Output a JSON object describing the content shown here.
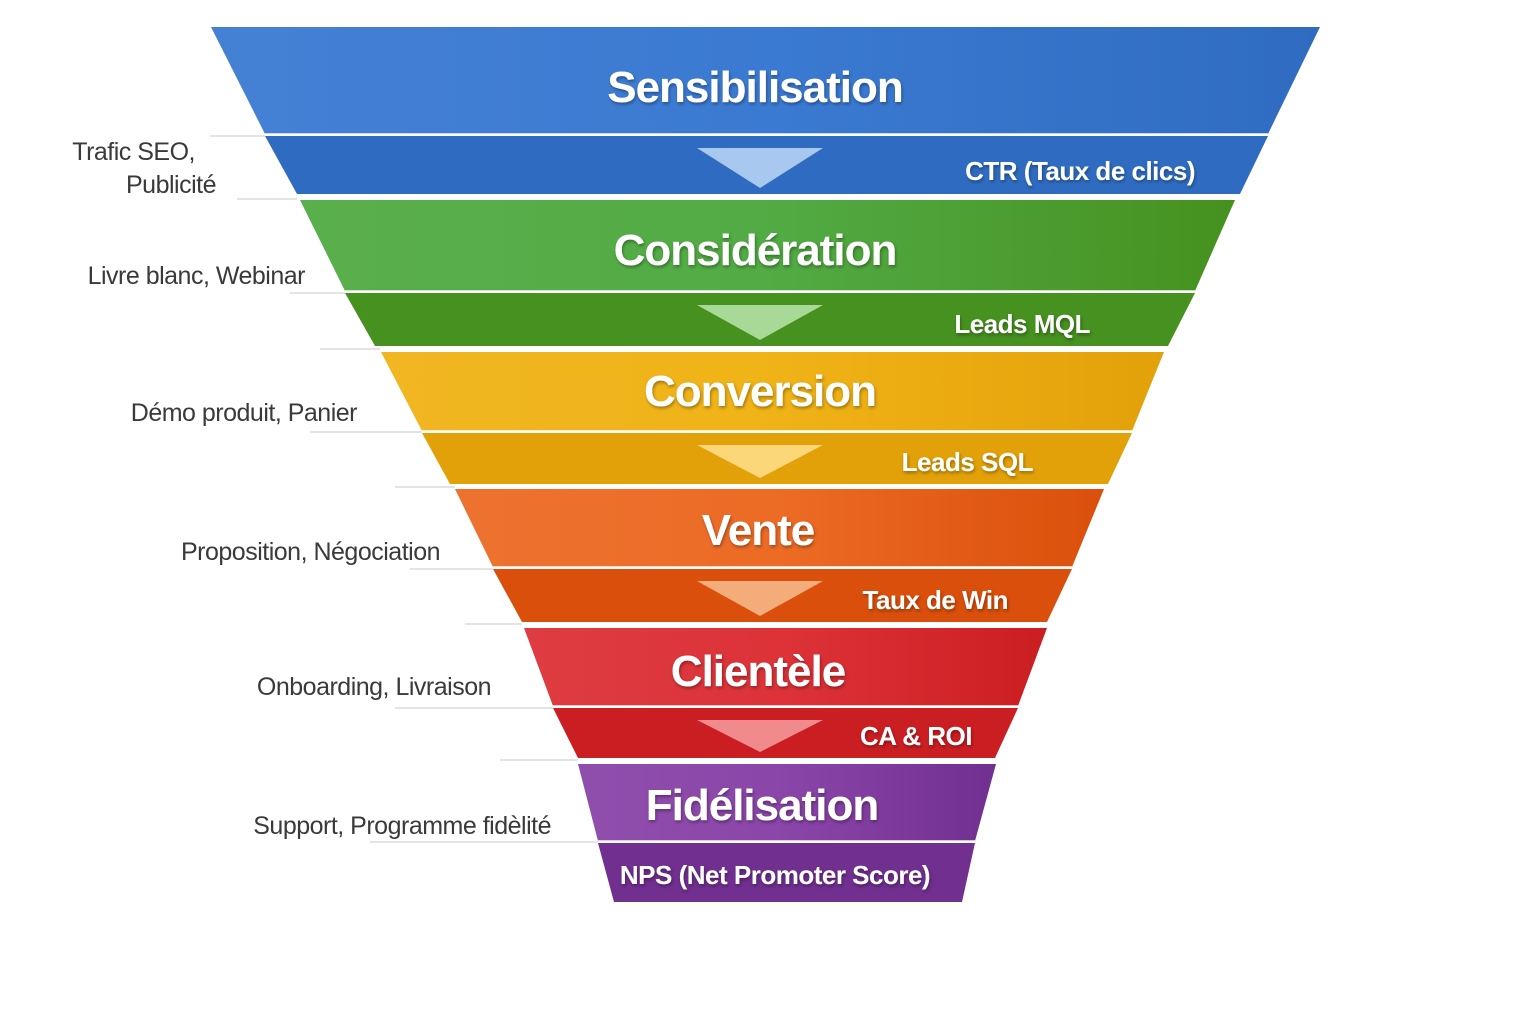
{
  "funnel": {
    "stages": [
      {
        "title": "Sensibilisation",
        "metric": "CTR (Taux de clics)",
        "channels": [
          "Trafic SEO,",
          "Publicité"
        ],
        "color_top": "#3b7ad2",
        "color_bottom": "#2f6cc1",
        "arrow_color": "#a9c8ef"
      },
      {
        "title": "Considération",
        "metric": "Leads MQL",
        "channels": [
          "Livre blanc, Webinar"
        ],
        "color_top": "#52ab44",
        "color_bottom": "#46911f",
        "arrow_color": "#a8d996"
      },
      {
        "title": "Conversion",
        "metric": "Leads SQL",
        "channels": [
          "Démo produit, Panier"
        ],
        "color_top": "#f0b317",
        "color_bottom": "#e3a109",
        "arrow_color": "#fbd77a"
      },
      {
        "title": "Vente",
        "metric": "Taux de Win",
        "channels": [
          "Proposition, Négociation"
        ],
        "color_top": "#ec6b25",
        "color_bottom": "#da4f0b",
        "arrow_color": "#f4ad7a"
      },
      {
        "title": "Clientèle",
        "metric": "CA & ROI",
        "channels": [
          "Onboarding, Livraison"
        ],
        "color_top": "#dc3238",
        "color_bottom": "#cb1e22",
        "arrow_color": "#f08a8c"
      },
      {
        "title": "Fidélisation",
        "metric": "NPS (Net Promoter Score)",
        "channels": [
          "Support, Programme fidèlité"
        ],
        "color_top": "#8a45a8",
        "color_bottom": "#712f90",
        "arrow_color": null
      }
    ]
  }
}
